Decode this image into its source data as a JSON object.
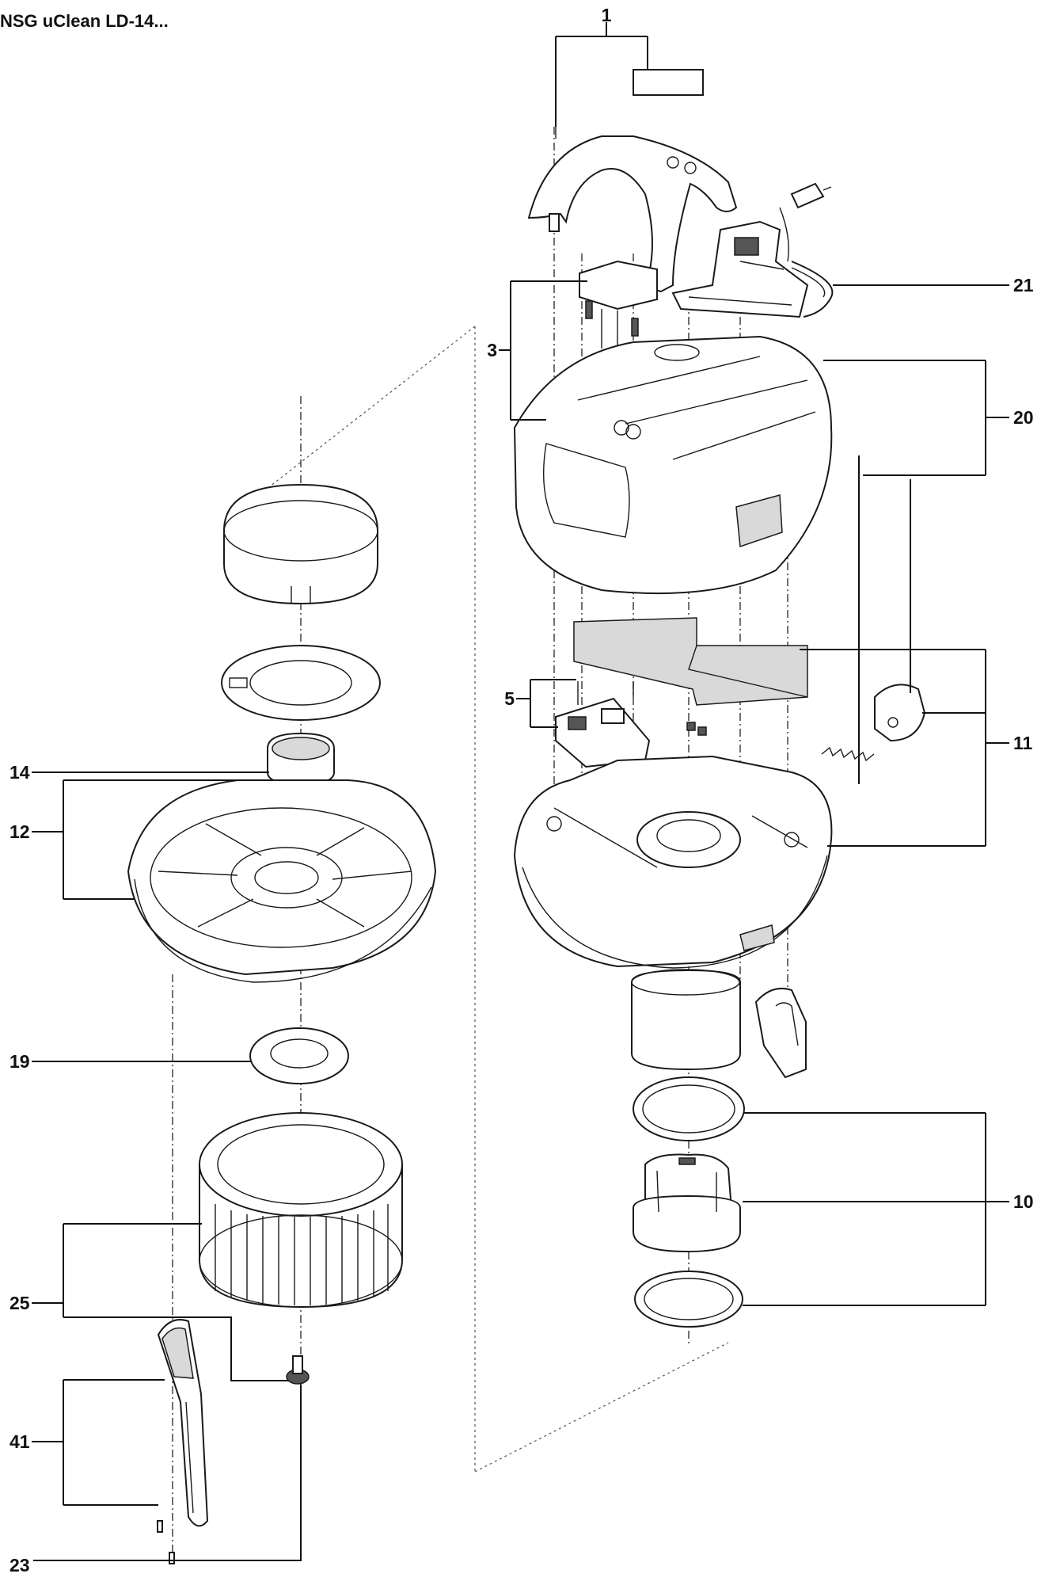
{
  "diagram": {
    "title": "NSG uClean LD-14...",
    "callouts": {
      "c1": "1",
      "c3": "3",
      "c5": "5",
      "c10": "10",
      "c11": "11",
      "c12": "12",
      "c14": "14",
      "c19": "19",
      "c20": "20",
      "c21": "21",
      "c23": "23",
      "c25": "25",
      "c41": "41"
    }
  }
}
